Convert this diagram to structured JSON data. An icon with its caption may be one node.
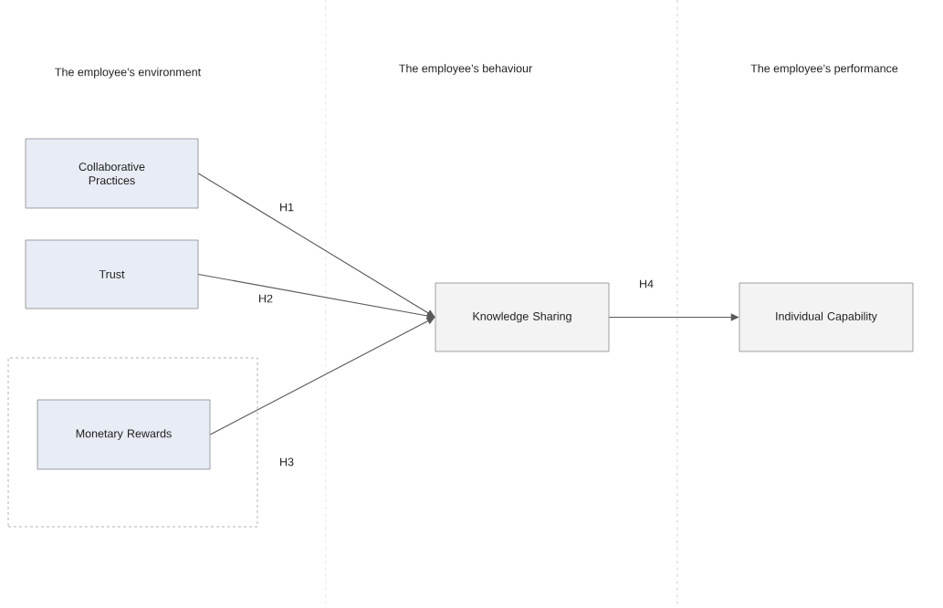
{
  "diagram": {
    "nodes": [
      {
        "text": [
          "Collaborative Practices"
        ]
      },
      {
        "text": [
          "Trust"
        ]
      },
      {
        "text": [],
        "shape": "box"
      },
      {
        "text": [
          "Monetary Rewards"
        ],
        "in": 2
      },
      {
        "text": [
          "Knowledge Sharing"
        ]
      },
      {
        "text": [
          "Individual Capability"
        ]
      }
    ],
    "edges": [
      {
        "from": 0,
        "to": 4,
        "arrow": "to",
        "label": "H1"
      },
      {
        "from": 1,
        "to": 4,
        "arrow": "to",
        "label": "H2"
      },
      {
        "from": 3,
        "to": 4,
        "arrow": "to",
        "label": "H3"
      },
      {
        "from": 4,
        "to": 5,
        "arrow": "to",
        "label": "H4"
      }
    ],
    "labels": [
      "The employee’s environment",
      "The employee’s behaviour",
      "The employee’s performance"
    ]
  }
}
